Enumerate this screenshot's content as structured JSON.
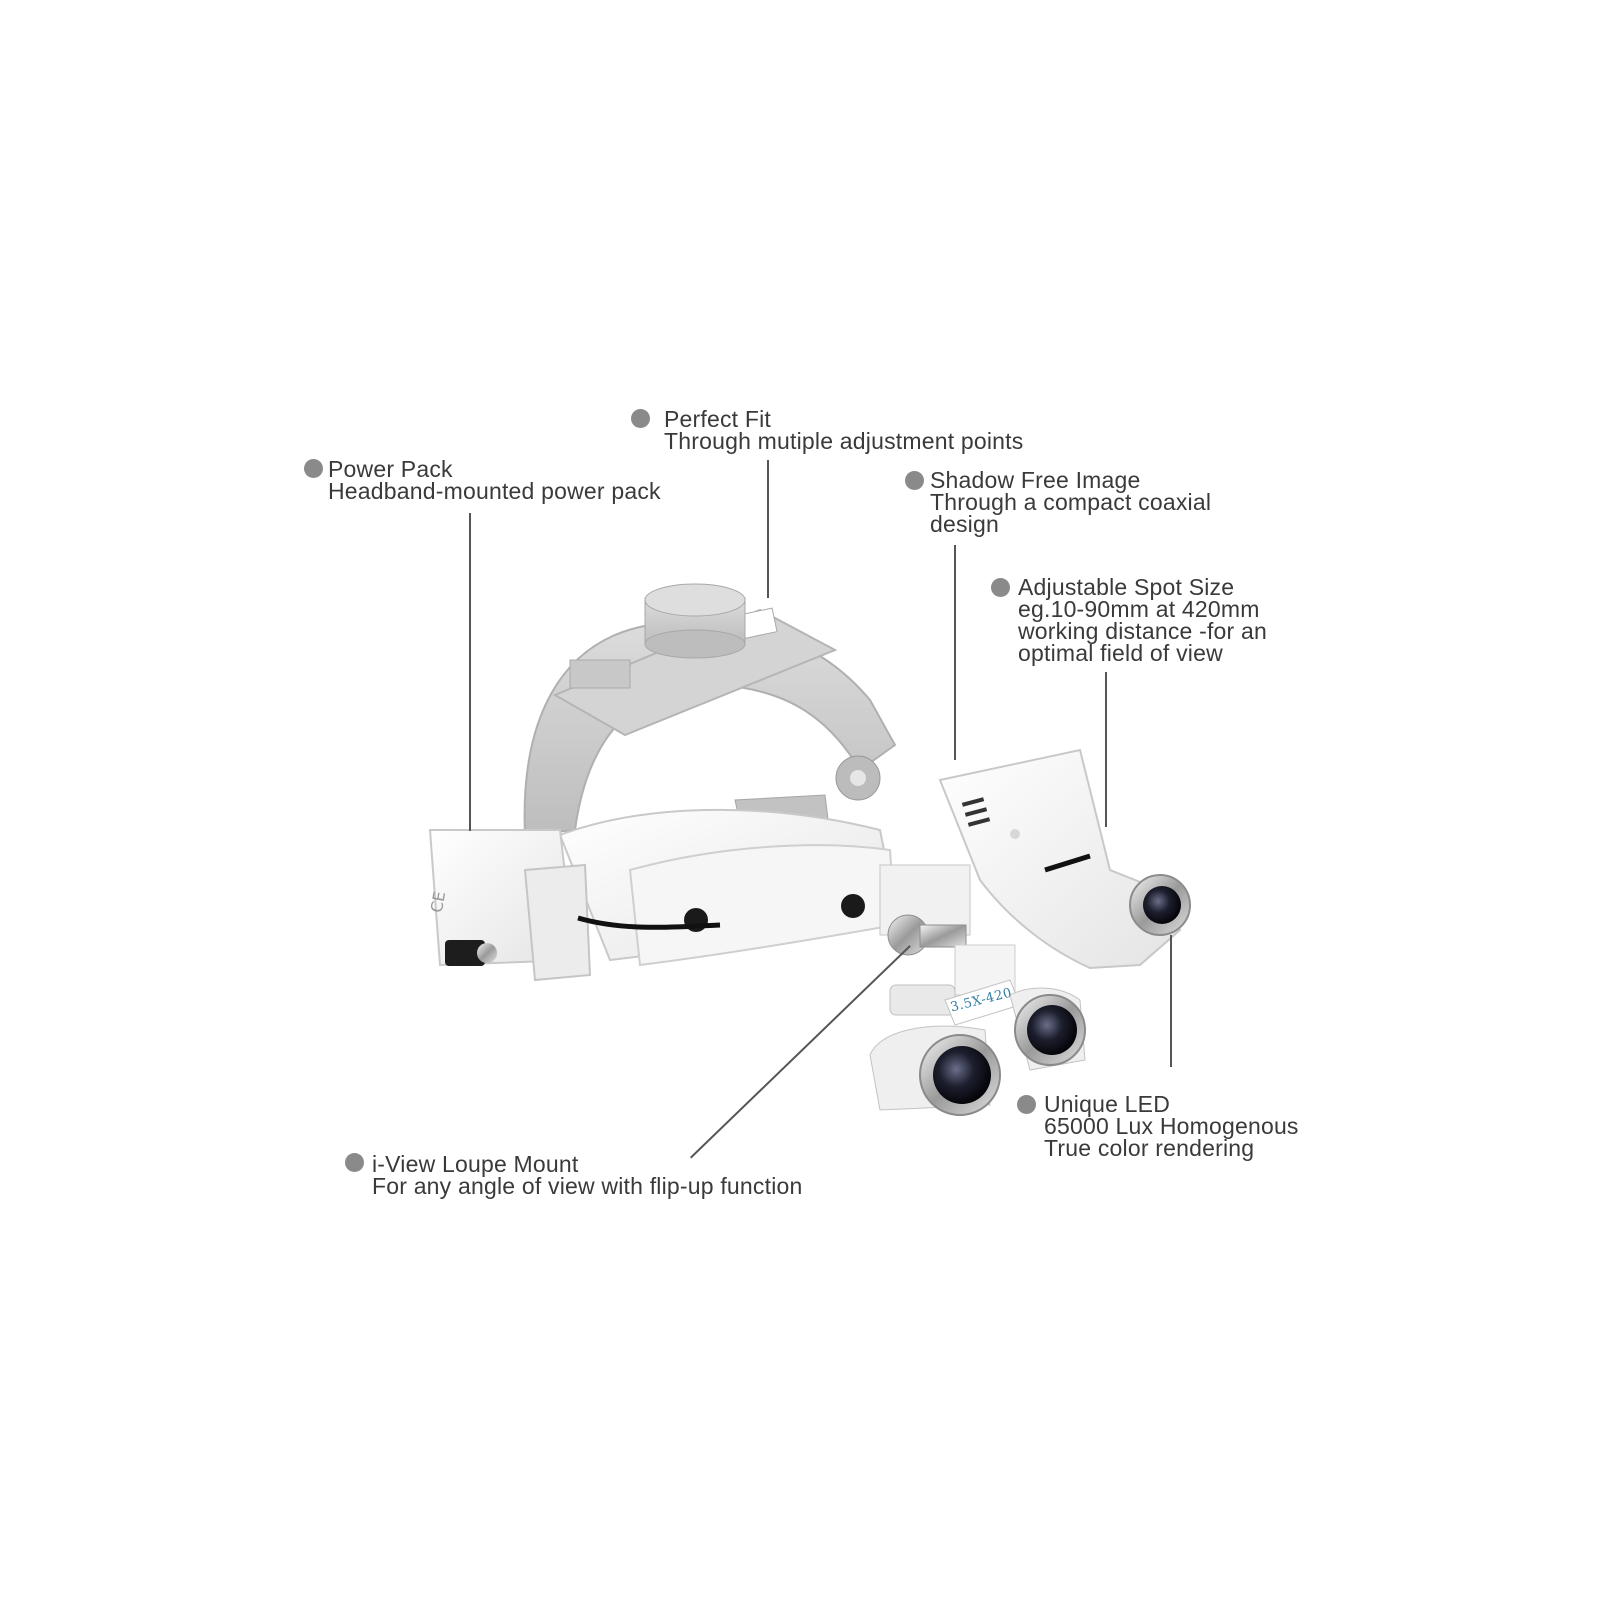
{
  "colors": {
    "bullet": "#8a8a8a",
    "text": "#3a3a3a",
    "leader": "#555555",
    "housing": "#f3f3f3",
    "band": "#cfcfcf",
    "lens_label": "#2f7ea6"
  },
  "product": {
    "lens_marking": "3.5X-420",
    "power_marking": "CE"
  },
  "callouts": {
    "power_pack": {
      "title": "Power Pack",
      "desc": "Headband-mounted power pack"
    },
    "perfect_fit": {
      "title": "Perfect Fit",
      "desc": "Through mutiple adjustment points"
    },
    "shadow_free": {
      "title": "Shadow Free Image",
      "desc": "Through  a  compact  coaxial\ndesign"
    },
    "spot_size": {
      "title": "Adjustable Spot Size",
      "desc": "eg.10-90mm  at  420mm\nworking distance -for an\noptimal field of view"
    },
    "unique_led": {
      "title": "Unique LED",
      "desc": "65000 Lux Homogenous\nTrue color rendering"
    },
    "loupe_mount": {
      "title": "i-View Loupe Mount",
      "desc": "For any angle of view with flip-up function"
    }
  }
}
